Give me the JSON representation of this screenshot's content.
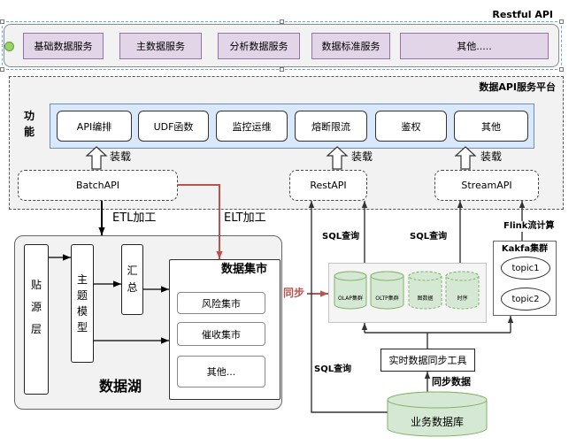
{
  "restful_api": {
    "title": "Restful API",
    "services": [
      "基础数据服务",
      "主数据服务",
      "分析数据服务",
      "数据标准服务",
      "其他....."
    ]
  },
  "platform": {
    "title": "数据API服务平台",
    "functions_label": "功能",
    "functions": [
      "API编排",
      "UDF函数",
      "监控运维",
      "熔断限流",
      "鉴权",
      "其他"
    ],
    "load_labels": [
      "装载",
      "装载",
      "装载"
    ],
    "apis": [
      "BatchAPI",
      "RestAPI",
      "StreamAPI"
    ]
  },
  "processing": {
    "etl_label": "ETL加工",
    "elt_label": "ELT加工"
  },
  "data_lake": {
    "title": "数据湖",
    "source_layer": "贴源层",
    "topic_model": "主题模型",
    "summary": "汇总",
    "mart": {
      "title": "数据集市",
      "items": [
        "风险集市",
        "催收集市",
        "其他..."
      ]
    }
  },
  "sync_label": "同步",
  "sql_labels": [
    "SQL查询",
    "SQL查询",
    "SQL查询"
  ],
  "storage": {
    "clusters": [
      "OLAP集群",
      "OLTP集群",
      "图数据",
      "时序"
    ]
  },
  "realtime_sync_tool": "实时数据同步工具",
  "sync_data_label": "同步数据",
  "business_db": "业务数据库",
  "stream": {
    "flink_label": "Flink流计算",
    "kafka_title": "Kakfa集群",
    "topics": [
      "topic1",
      "topic2"
    ]
  },
  "colors": {
    "service_fill": "#e1d5e7",
    "service_border": "#9673a6",
    "function_panel_fill": "#dae8fc",
    "function_panel_border": "#6c8ebf",
    "database_fill": "#d5e8d4",
    "database_border": "#82b366",
    "elt_arrow": "#b85450",
    "sync_arrow": "#b85450"
  }
}
